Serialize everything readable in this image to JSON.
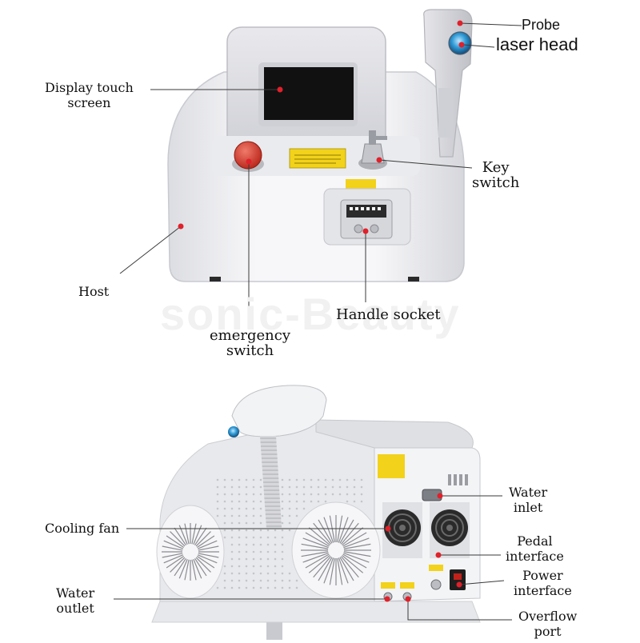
{
  "top_figure": {
    "labels": {
      "probe": "Probe",
      "laser_head": "laser head",
      "display_touch_screen": [
        "Display touch",
        "screen"
      ],
      "key_switch": [
        "Key",
        "switch"
      ],
      "host": "Host",
      "handle_socket": "Handle socket",
      "emergency_switch": [
        "emergency",
        "switch"
      ]
    },
    "watermark": "sonic-Beauty"
  },
  "bottom_figure": {
    "labels": {
      "cooling_fan": "Cooling fan",
      "water_inlet": [
        "Water",
        "inlet"
      ],
      "pedal_interface": [
        "Pedal",
        "interface"
      ],
      "power_interface": [
        "Power",
        "interface"
      ],
      "water_outlet": [
        "Water",
        "outlet"
      ],
      "overflow_port": [
        "Overflow",
        "port"
      ]
    }
  },
  "colors": {
    "marker_red": "#e0202a",
    "device_body": "#f3f3f5",
    "display_screen": "#111111",
    "emergency_button": "#d9382b",
    "warning_label": "#f2d21a",
    "probe_lens": "#2f9bd6",
    "fan_grille": "#2a2a2a"
  }
}
